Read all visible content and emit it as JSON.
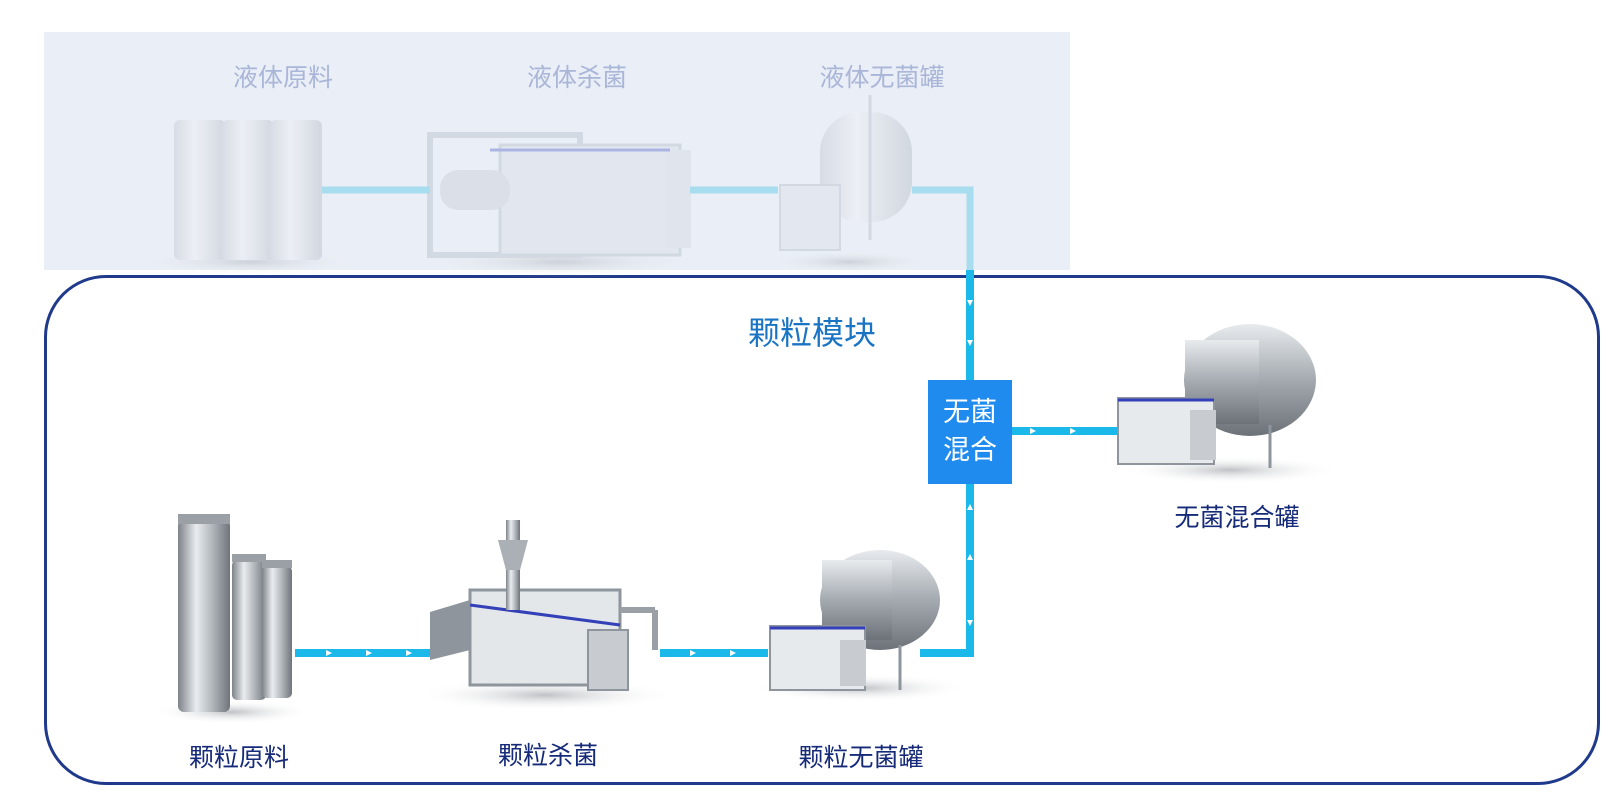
{
  "liquid_section": {
    "stages": [
      "液体原料",
      "液体杀菌",
      "液体无菌罐"
    ]
  },
  "particle_module": {
    "title": "颗粒模块",
    "mixer_label_line1": "无菌",
    "mixer_label_line2": "混合",
    "stages": [
      "颗粒原料",
      "颗粒杀菌",
      "颗粒无菌罐"
    ],
    "mix_tank_label": "无菌混合罐"
  },
  "colors": {
    "flow_line": "#1bb8ea",
    "flow_line_faded": "#a8dcef",
    "module_border": "#1f3a8a",
    "mixer_box": "#1f8bef",
    "label_text": "#162a7a",
    "faded_text": "#a9b6d8"
  },
  "icons": [
    "storage-silo-icon",
    "sterilizer-skid-icon",
    "aseptic-tank-icon",
    "mixing-tank-icon",
    "flow-arrow-icon"
  ]
}
